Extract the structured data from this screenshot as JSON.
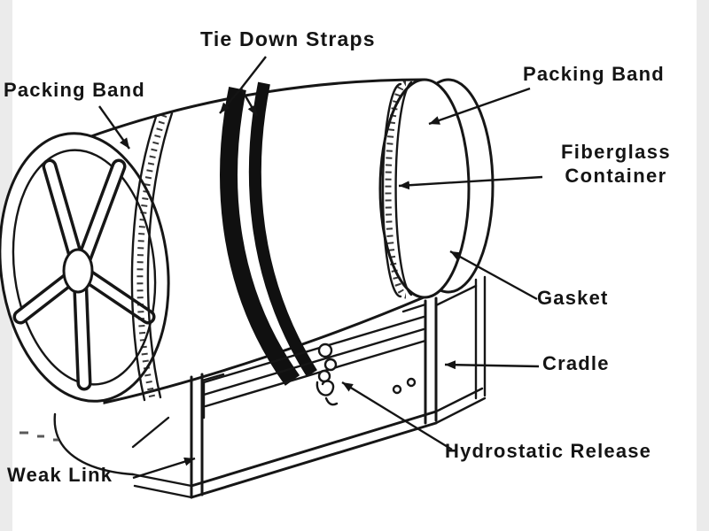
{
  "canvas": {
    "background": "#ffffff",
    "margin_bar_color": "#ebebeb",
    "ink_color": "#161616"
  },
  "diagram": {
    "type": "technical-illustration",
    "labels": {
      "tie_down_straps": "Tie Down Straps",
      "packing_band_left": "Packing Band",
      "packing_band_right": "Packing Band",
      "fiberglass_container": {
        "line1": "Fiberglass",
        "line2": "Container"
      },
      "gasket": "Gasket",
      "cradle": "Cradle",
      "hydrostatic_release": "Hydrostatic Release",
      "weak_link": "Weak Link"
    }
  }
}
